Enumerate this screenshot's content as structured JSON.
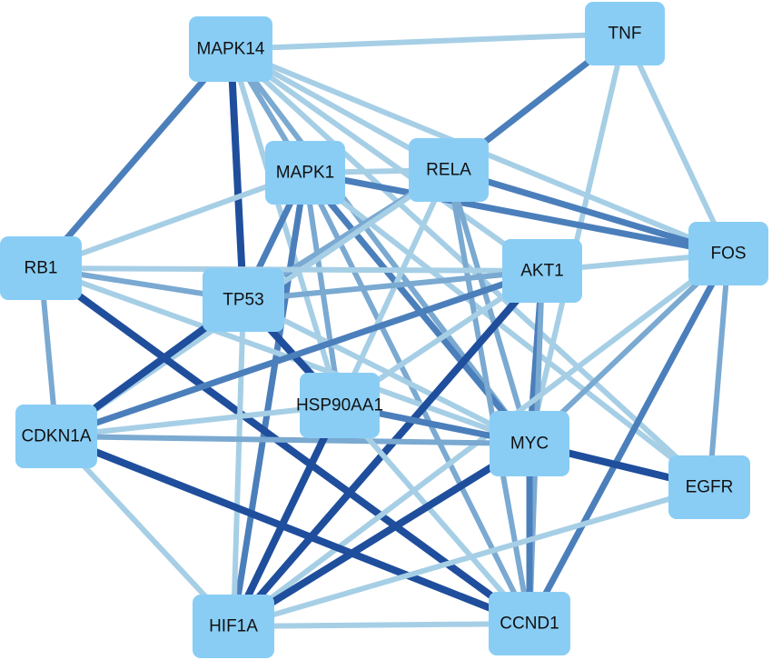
{
  "nodes": [
    {
      "id": "MAPK14",
      "label": "MAPK14"
    },
    {
      "id": "TNF",
      "label": "TNF"
    },
    {
      "id": "MAPK1",
      "label": "MAPK1"
    },
    {
      "id": "RELA",
      "label": "RELA"
    },
    {
      "id": "FOS",
      "label": "FOS"
    },
    {
      "id": "RB1",
      "label": "RB1"
    },
    {
      "id": "TP53",
      "label": "TP53"
    },
    {
      "id": "AKT1",
      "label": "AKT1"
    },
    {
      "id": "HSP90AA1",
      "label": "HSP90AA1"
    },
    {
      "id": "CDKN1A",
      "label": "CDKN1A"
    },
    {
      "id": "MYC",
      "label": "MYC"
    },
    {
      "id": "EGFR",
      "label": "EGFR"
    },
    {
      "id": "HIF1A",
      "label": "HIF1A"
    },
    {
      "id": "CCND1",
      "label": "CCND1"
    }
  ],
  "edges": [
    {
      "source": "MAPK14",
      "target": "TNF",
      "strength": 1
    },
    {
      "source": "MAPK14",
      "target": "RELA",
      "strength": 1
    },
    {
      "source": "MAPK14",
      "target": "MAPK1",
      "strength": 2
    },
    {
      "source": "MAPK14",
      "target": "FOS",
      "strength": 1
    },
    {
      "source": "MAPK14",
      "target": "RB1",
      "strength": 3
    },
    {
      "source": "MAPK14",
      "target": "TP53",
      "strength": 4
    },
    {
      "source": "MAPK14",
      "target": "AKT1",
      "strength": 1
    },
    {
      "source": "MAPK14",
      "target": "MYC",
      "strength": 2
    },
    {
      "source": "MAPK14",
      "target": "EGFR",
      "strength": 1
    },
    {
      "source": "MAPK14",
      "target": "HSP90AA1",
      "strength": 1
    },
    {
      "source": "TNF",
      "target": "RELA",
      "strength": 3
    },
    {
      "source": "TNF",
      "target": "FOS",
      "strength": 1
    },
    {
      "source": "TNF",
      "target": "MYC",
      "strength": 1
    },
    {
      "source": "MAPK1",
      "target": "RELA",
      "strength": 1
    },
    {
      "source": "MAPK1",
      "target": "FOS",
      "strength": 3
    },
    {
      "source": "MAPK1",
      "target": "RB1",
      "strength": 1
    },
    {
      "source": "MAPK1",
      "target": "TP53",
      "strength": 3
    },
    {
      "source": "MAPK1",
      "target": "MYC",
      "strength": 3
    },
    {
      "source": "MAPK1",
      "target": "HSP90AA1",
      "strength": 2
    },
    {
      "source": "MAPK1",
      "target": "CCND1",
      "strength": 2
    },
    {
      "source": "MAPK1",
      "target": "HIF1A",
      "strength": 3
    },
    {
      "source": "MAPK1",
      "target": "EGFR",
      "strength": 1
    },
    {
      "source": "RELA",
      "target": "FOS",
      "strength": 3
    },
    {
      "source": "RELA",
      "target": "TP53",
      "strength": 2
    },
    {
      "source": "RELA",
      "target": "MYC",
      "strength": 2
    },
    {
      "source": "RELA",
      "target": "CCND1",
      "strength": 2
    },
    {
      "source": "RELA",
      "target": "HSP90AA1",
      "strength": 1
    },
    {
      "source": "RELA",
      "target": "CDKN1A",
      "strength": 1
    },
    {
      "source": "RB1",
      "target": "TP53",
      "strength": 2
    },
    {
      "source": "RB1",
      "target": "AKT1",
      "strength": 1
    },
    {
      "source": "RB1",
      "target": "CCND1",
      "strength": 4
    },
    {
      "source": "RB1",
      "target": "CDKN1A",
      "strength": 2
    },
    {
      "source": "RB1",
      "target": "MYC",
      "strength": 1
    },
    {
      "source": "TP53",
      "target": "AKT1",
      "strength": 2
    },
    {
      "source": "TP53",
      "target": "HSP90AA1",
      "strength": 4
    },
    {
      "source": "TP53",
      "target": "CDKN1A",
      "strength": 4
    },
    {
      "source": "TP53",
      "target": "HIF1A",
      "strength": 1
    },
    {
      "source": "TP53",
      "target": "MYC",
      "strength": 1
    },
    {
      "source": "AKT1",
      "target": "FOS",
      "strength": 1
    },
    {
      "source": "AKT1",
      "target": "CDKN1A",
      "strength": 3
    },
    {
      "source": "AKT1",
      "target": "HIF1A",
      "strength": 4
    },
    {
      "source": "AKT1",
      "target": "MYC",
      "strength": 3
    },
    {
      "source": "AKT1",
      "target": "CCND1",
      "strength": 2
    },
    {
      "source": "AKT1",
      "target": "HSP90AA1",
      "strength": 1
    },
    {
      "source": "FOS",
      "target": "MYC",
      "strength": 2
    },
    {
      "source": "FOS",
      "target": "EGFR",
      "strength": 2
    },
    {
      "source": "FOS",
      "target": "HIF1A",
      "strength": 1
    },
    {
      "source": "FOS",
      "target": "CCND1",
      "strength": 3
    },
    {
      "source": "CDKN1A",
      "target": "HSP90AA1",
      "strength": 1
    },
    {
      "source": "CDKN1A",
      "target": "MYC",
      "strength": 2
    },
    {
      "source": "CDKN1A",
      "target": "HIF1A",
      "strength": 1
    },
    {
      "source": "CDKN1A",
      "target": "CCND1",
      "strength": 4
    },
    {
      "source": "HSP90AA1",
      "target": "HIF1A",
      "strength": 4
    },
    {
      "source": "HSP90AA1",
      "target": "MYC",
      "strength": 3
    },
    {
      "source": "HSP90AA1",
      "target": "CCND1",
      "strength": 1
    },
    {
      "source": "MYC",
      "target": "HIF1A",
      "strength": 4
    },
    {
      "source": "MYC",
      "target": "CCND1",
      "strength": 3
    },
    {
      "source": "MYC",
      "target": "EGFR",
      "strength": 4
    },
    {
      "source": "HIF1A",
      "target": "CCND1",
      "strength": 1
    },
    {
      "source": "HIF1A",
      "target": "EGFR",
      "strength": 1
    }
  ],
  "colors": {
    "node_fill": "#89cdf5",
    "edge_strength_1": "#a6cfe6",
    "edge_strength_2": "#7aa9d1",
    "edge_strength_3": "#4b7fbb",
    "edge_strength_4": "#1f4e9c"
  }
}
